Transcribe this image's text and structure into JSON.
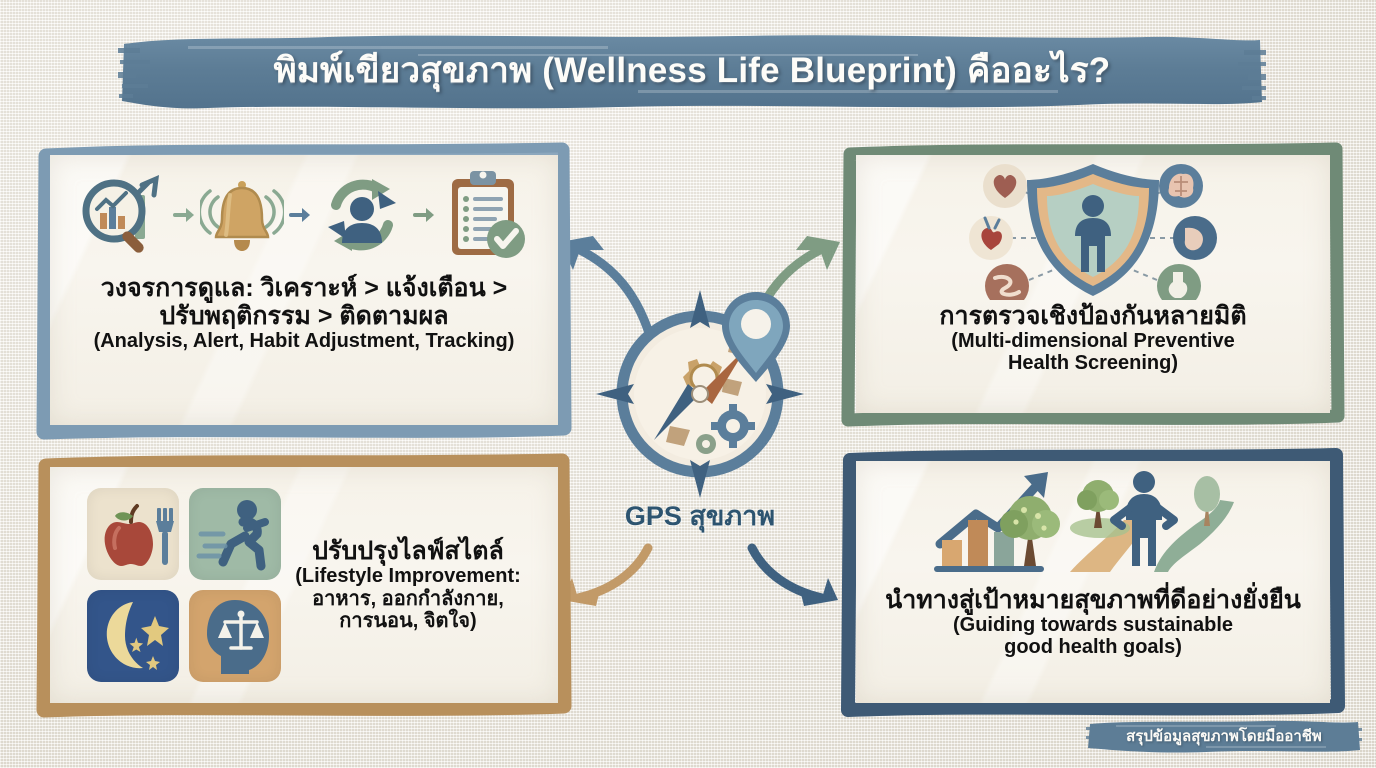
{
  "title": {
    "text": "พิมพ์เขียวสุขภาพ (Wellness Life Blueprint) คืออะไร?",
    "banner_color": "#5d7d96",
    "text_color": "#fdfcf8"
  },
  "background": {
    "color": "#f3f0e9",
    "texture": "canvas-weave"
  },
  "center": {
    "icon_name": "compass-gps-icon",
    "label": "GPS สุขภาพ",
    "label_color": "#2d5470",
    "parts": [
      "compass-rose",
      "gear",
      "compass-needle",
      "location-pin"
    ]
  },
  "cards": [
    {
      "id": "analysis",
      "position": "top-left",
      "border_color": "#7d9bb3",
      "thai_lines": [
        "วงจรการดูแล: วิเคราะห์ > แจ้งเตือน >",
        "ปรับพฤติกรรม > ติดตามผล"
      ],
      "english_line": "(Analysis, Alert, Habit Adjustment, Tracking)",
      "icons": [
        {
          "name": "magnifier-chart-icon",
          "label": "วิเคราะห์"
        },
        {
          "name": "bell-alert-icon",
          "label": "แจ้งเตือน"
        },
        {
          "name": "person-cycle-icon",
          "label": "ปรับพฤติกรรม"
        },
        {
          "name": "clipboard-check-icon",
          "label": "ติดตามผล"
        }
      ]
    },
    {
      "id": "screening",
      "position": "top-right",
      "border_color": "#6f8a76",
      "thai_lines": [
        "การตรวจเชิงป้องกันหลายมิติ"
      ],
      "english_line": "(Multi-dimensional Preventive\nHealth Screening)",
      "english_line_1": "(Multi-dimensional Preventive",
      "english_line_2": "Health Screening)",
      "icons": [
        {
          "name": "shield-person-icon",
          "label": "shield"
        },
        {
          "name": "heart-icon",
          "label": "หัวใจ"
        },
        {
          "name": "brain-icon",
          "label": "สมอง"
        },
        {
          "name": "anatomical-heart-icon",
          "label": "หัวใจกายวิภาค"
        },
        {
          "name": "stomach-icon",
          "label": "กระเพาะ"
        },
        {
          "name": "intestine-icon",
          "label": "ลำไส้"
        },
        {
          "name": "knee-joint-icon",
          "label": "ข้อเข่า"
        }
      ]
    },
    {
      "id": "lifestyle",
      "position": "bottom-left",
      "border_color": "#b8905c",
      "thai_lines": [
        "ปรับปรุงไลฟ์สไตล์"
      ],
      "english_line_1": "(Lifestyle Improvement:",
      "english_line_2": "อาหาร, ออกกำลังกาย,",
      "english_line_3": "การนอน, จิตใจ)",
      "tiles": [
        {
          "name": "apple-fork-icon",
          "label": "อาหาร",
          "bg": "#ece2cd"
        },
        {
          "name": "runner-icon",
          "label": "ออกกำลังกาย",
          "bg": "#9fbaa6"
        },
        {
          "name": "moon-stars-icon",
          "label": "การนอน",
          "bg": "#33558a"
        },
        {
          "name": "head-balance-icon",
          "label": "จิตใจ",
          "bg": "#d3a46d"
        }
      ]
    },
    {
      "id": "goals",
      "position": "bottom-right",
      "border_color": "#3e5a75",
      "thai_lines": [
        "นำทางสู่เป้าหมายสุขภาพที่ดีอย่างยั่งยืน"
      ],
      "english_line_1": "(Guiding towards sustainable",
      "english_line_2": "good health goals)",
      "icons": [
        {
          "name": "growth-chart-icon",
          "label": "กราฟเติบโต"
        },
        {
          "name": "tree-icon",
          "label": "ต้นไม้"
        },
        {
          "name": "person-path-icon",
          "label": "คนเดินทาง"
        }
      ]
    }
  ],
  "arrows": [
    {
      "name": "arrow-to-analysis",
      "direction": "up-left",
      "color": "#5b7e9b"
    },
    {
      "name": "arrow-to-screening",
      "direction": "up-right",
      "color": "#7f9c83"
    },
    {
      "name": "arrow-to-lifestyle",
      "direction": "down-left",
      "color": "#c29a68"
    },
    {
      "name": "arrow-to-goals",
      "direction": "down-right",
      "color": "#3f6180"
    }
  ],
  "footer": {
    "text": "สรุปข้อมูลสุขภาพโดยมืออาชีพ",
    "banner_color": "#5d7d96"
  }
}
